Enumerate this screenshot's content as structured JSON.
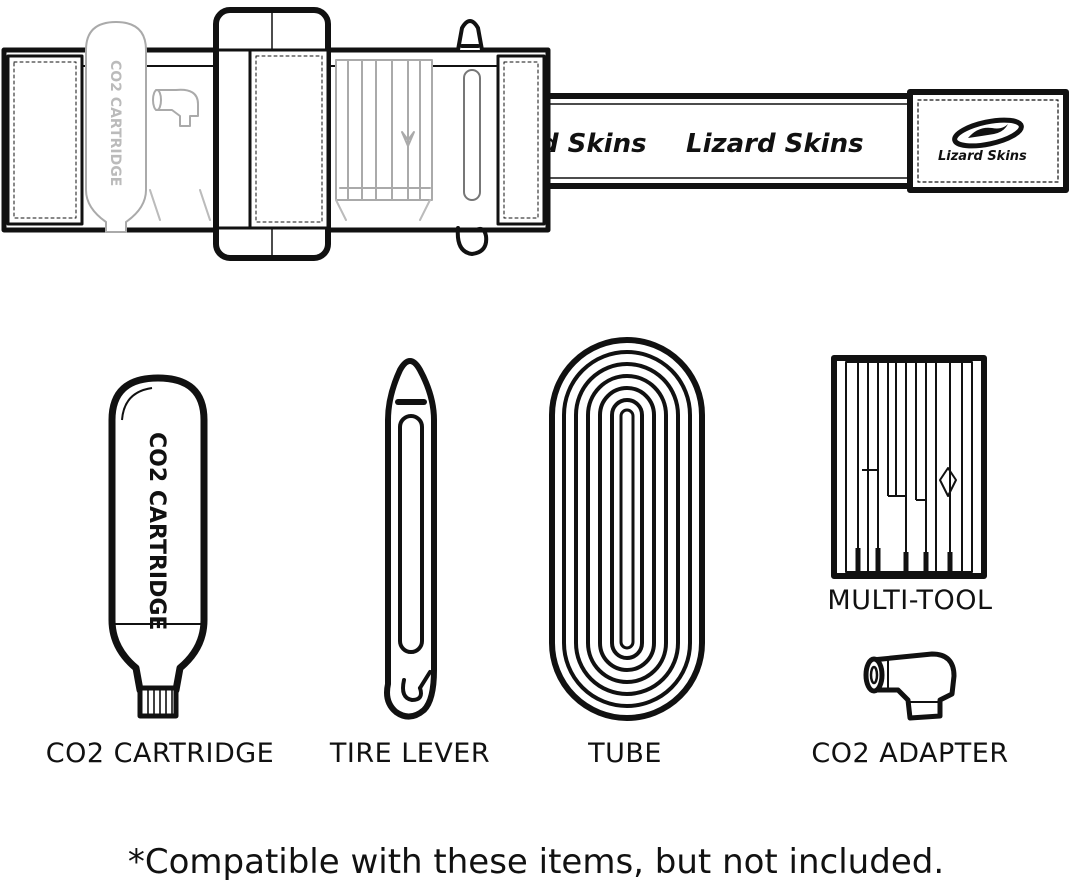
{
  "brand": {
    "logo_text": "Lizard Skins"
  },
  "strap": {
    "cartridge_print": "CO2 CARTRIDGE",
    "brand_print_left": "d Skins",
    "brand_print_center": "Lizard Skins",
    "brand_print_tab": "Lizard Skins"
  },
  "items": {
    "co2_cartridge": {
      "label": "CO2 CARTRIDGE",
      "print": "CO2 CARTRIDGE"
    },
    "tire_lever": {
      "label": "TIRE LEVER"
    },
    "tube": {
      "label": "TUBE"
    },
    "multi_tool": {
      "label": "MULTI-TOOL"
    },
    "co2_adapter": {
      "label": "CO2 ADAPTER"
    }
  },
  "footnote": "*Compatible with these items, but not included."
}
